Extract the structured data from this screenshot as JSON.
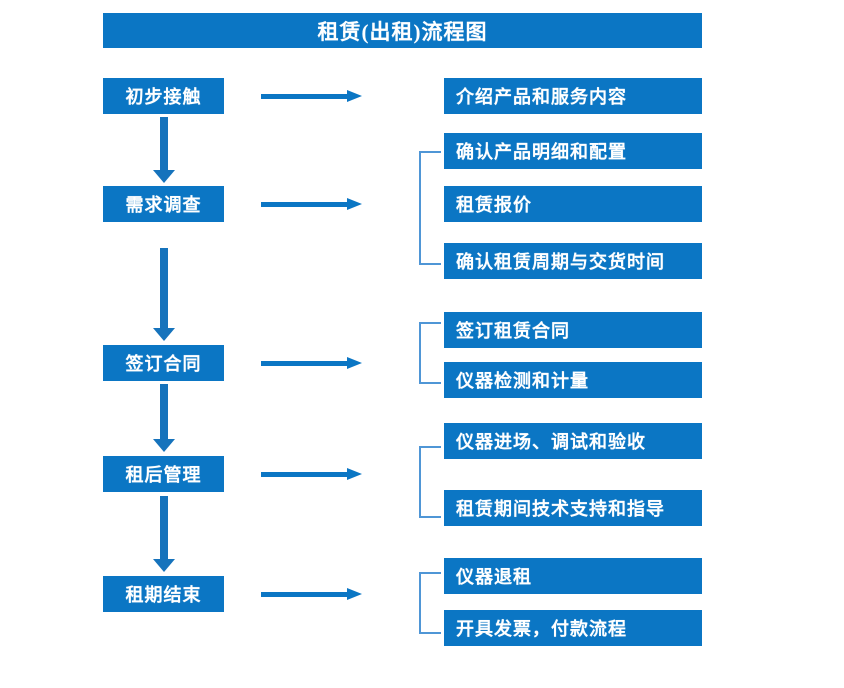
{
  "diagram": {
    "title": "租赁(出租)流程图",
    "colors": {
      "box_fill": "#0b76c4",
      "box_text": "#ffffff",
      "arrow": "#0b76c4",
      "vertical_arrow": "#1673bc",
      "bracket": "#4f96d6",
      "background": "#ffffff"
    },
    "stages": [
      {
        "label": "初步接触"
      },
      {
        "label": "需求调查"
      },
      {
        "label": "签订合同"
      },
      {
        "label": "租后管理"
      },
      {
        "label": "租期结束"
      }
    ],
    "details": [
      {
        "label": "介绍产品和服务内容"
      },
      {
        "label": "确认产品明细和配置"
      },
      {
        "label": "租赁报价"
      },
      {
        "label": "确认租赁周期与交货时间"
      },
      {
        "label": "签订租赁合同"
      },
      {
        "label": "仪器检测和计量"
      },
      {
        "label": "仪器进场、调试和验收"
      },
      {
        "label": "租赁期间技术支持和指导"
      },
      {
        "label": "仪器退租"
      },
      {
        "label": "开具发票，付款流程"
      }
    ],
    "connectors": {
      "horizontal_arrow_count": 5,
      "vertical_arrow_count": 4,
      "bracket_count": 4
    }
  }
}
